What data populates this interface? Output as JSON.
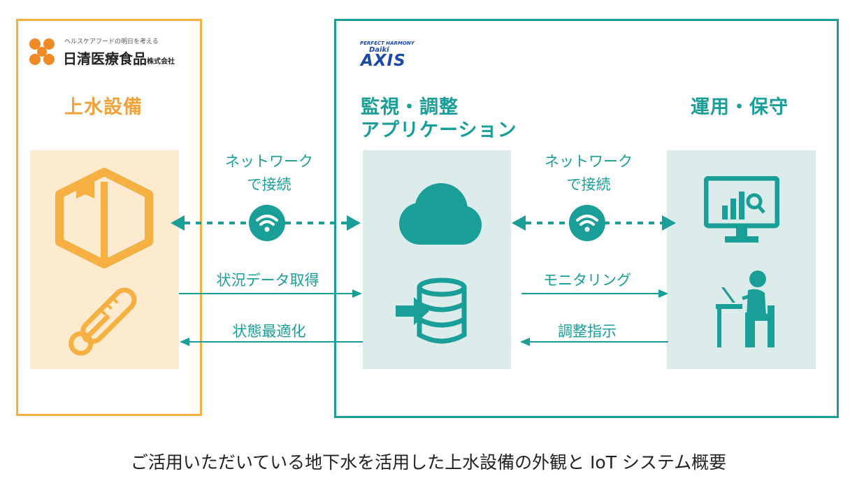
{
  "logo_left": {
    "tagline": "ヘルスケアフードの明日を考える",
    "name": "日清医療食品",
    "suffix": "株式会社"
  },
  "logo_right": {
    "tagline": "PERFECT HARMONY",
    "brand_top": "Daiki",
    "brand_main": "AXIS"
  },
  "sections": {
    "water": "上水設備",
    "monitor_line1": "監視・調整",
    "monitor_line2": "アプリケーション",
    "ops": "運用・保守"
  },
  "connections": {
    "left_network_line1": "ネットワーク",
    "left_network_line2": "で接続",
    "right_network_line1": "ネットワーク",
    "right_network_line2": "で接続",
    "status_data": "状況データ取得",
    "optimize": "状態最適化",
    "monitoring": "モニタリング",
    "adjust": "調整指示"
  },
  "caption": "ご活用いただいている地下水を活用した上水設備の外観と IoT システム概要",
  "colors": {
    "orange": "#f5b041",
    "orange_fill": "#fdebd0",
    "teal": "#1a9e98",
    "teal_fill": "#dcecea"
  },
  "icons": [
    "box-icon",
    "thermometer-icon",
    "wifi-icon",
    "cloud-icon",
    "database-import-icon",
    "monitor-chart-icon",
    "person-at-desk-icon"
  ]
}
